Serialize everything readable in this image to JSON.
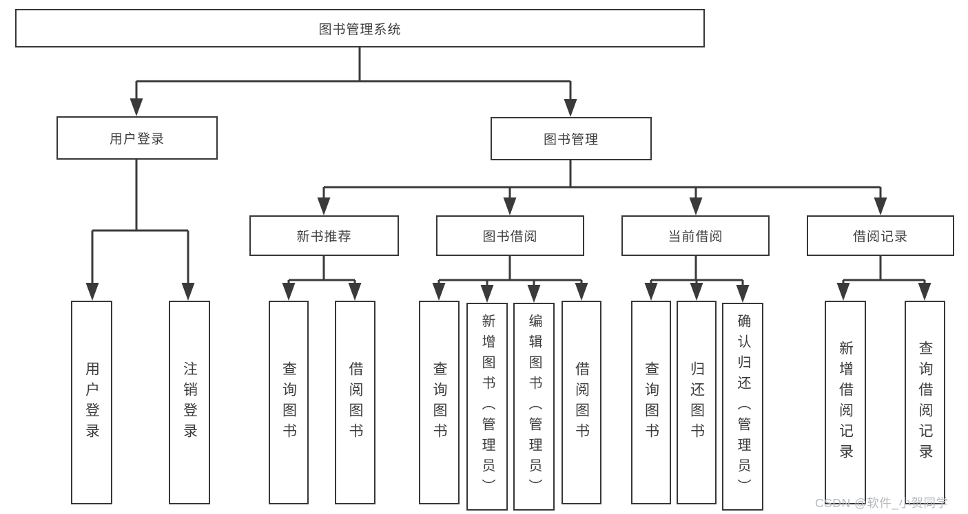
{
  "diagram": {
    "root": {
      "label": "图书管理系统"
    },
    "branches": [
      {
        "label": "用户登录",
        "children": [
          {
            "label": "用户登录"
          },
          {
            "label": "注销登录"
          }
        ]
      },
      {
        "label": "图书管理",
        "children": [
          {
            "label": "新书推荐",
            "children": [
              {
                "label": "查询图书"
              },
              {
                "label": "借阅图书"
              }
            ]
          },
          {
            "label": "图书借阅",
            "children": [
              {
                "label": "查询图书"
              },
              {
                "label": "新增图书（管理员）"
              },
              {
                "label": "编辑图书（管理员）"
              },
              {
                "label": "借阅图书"
              }
            ]
          },
          {
            "label": "当前借阅",
            "children": [
              {
                "label": "查询图书"
              },
              {
                "label": "归还图书"
              },
              {
                "label": "确认归还（管理员）"
              }
            ]
          },
          {
            "label": "借阅记录",
            "children": [
              {
                "label": "新增借阅记录"
              },
              {
                "label": "查询借阅记录"
              }
            ]
          }
        ]
      }
    ]
  },
  "watermark": {
    "text": "CSDN @软件_小贺同学"
  },
  "colors": {
    "line": "#3a3a3a",
    "box_border": "#373737",
    "text": "#3d3d3d",
    "watermark": "#b5bac0",
    "background": "#ffffff"
  }
}
